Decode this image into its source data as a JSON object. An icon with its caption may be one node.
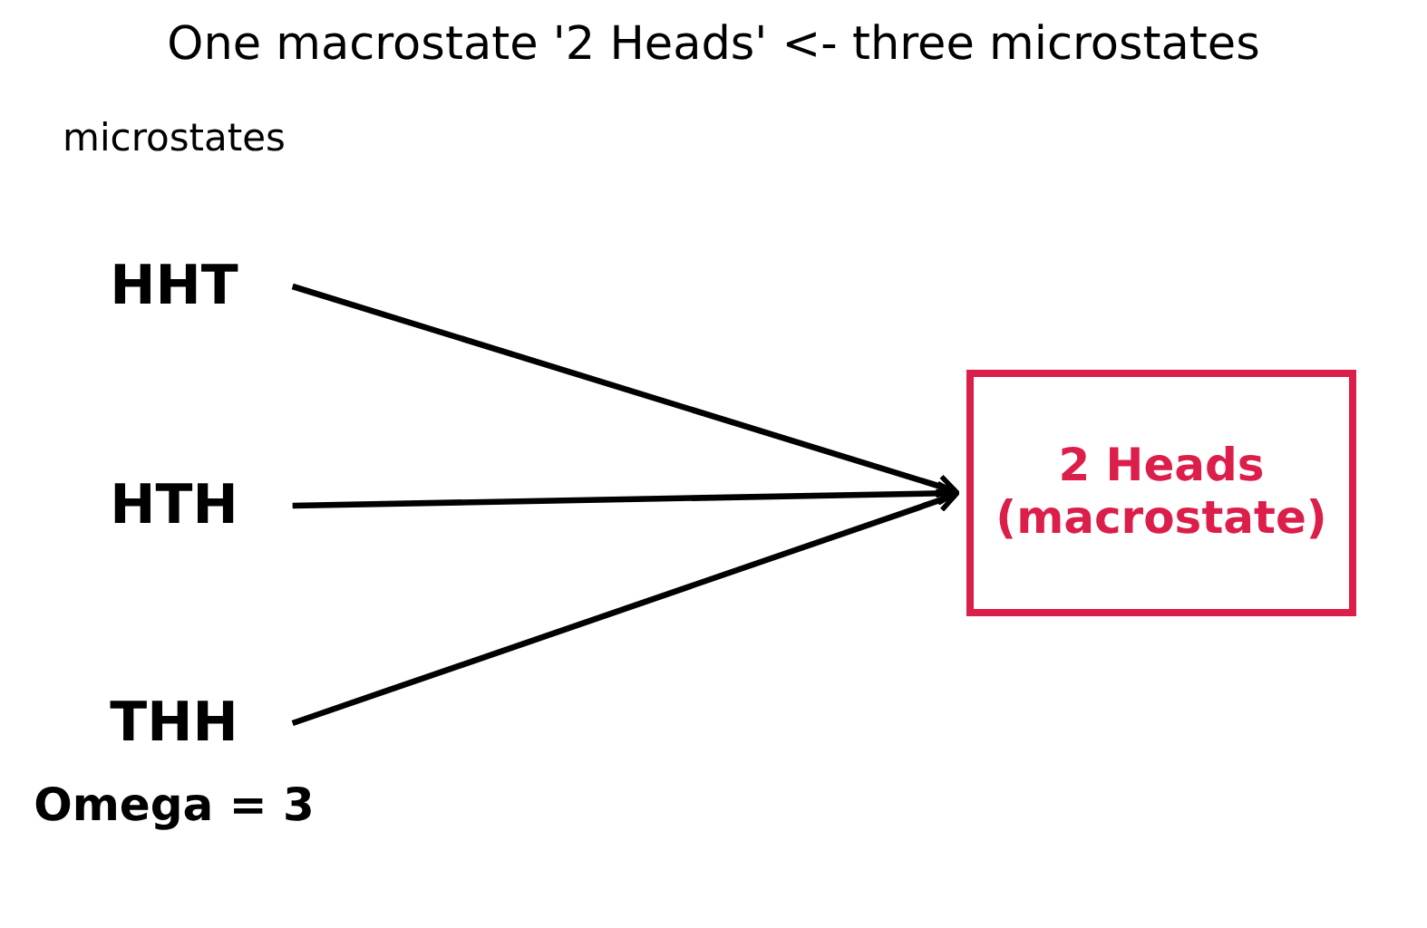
{
  "diagram": {
    "title": "One macrostate '2 Heads' <- three microstates",
    "nodes": [
      {
        "text": [
          "HHT"
        ]
      },
      {
        "text": [
          "HTH"
        ]
      },
      {
        "text": [
          "THH"
        ]
      },
      {
        "text": [
          "2 Heads (macrostate)"
        ]
      }
    ],
    "edges": [
      {
        "from": 0,
        "to": 3,
        "arrow": "to"
      },
      {
        "from": 1,
        "to": 3,
        "arrow": "to"
      },
      {
        "from": 2,
        "to": 3,
        "arrow": "to"
      }
    ],
    "labels": [
      "microstates",
      "Omega = 3"
    ]
  }
}
